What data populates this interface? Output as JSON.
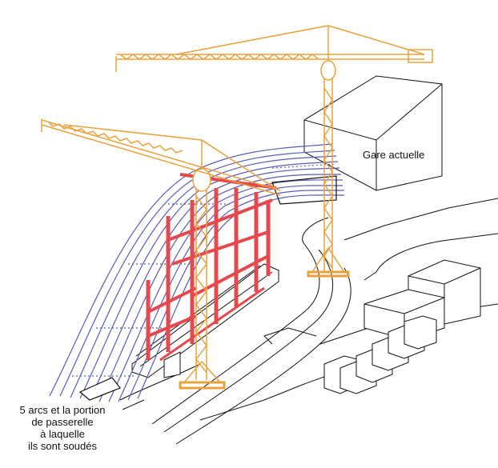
{
  "labels": {
    "station": "Gare actuelle",
    "arcs": [
      "5 arcs et la portion",
      "de passerelle",
      "à laquelle",
      "ils sont soudés"
    ]
  },
  "colors": {
    "crane": "#e8a23c",
    "scaffold": "#e5484d",
    "arcs": "#5b5bb5",
    "outline": "#111111",
    "background": "#ffffff"
  }
}
